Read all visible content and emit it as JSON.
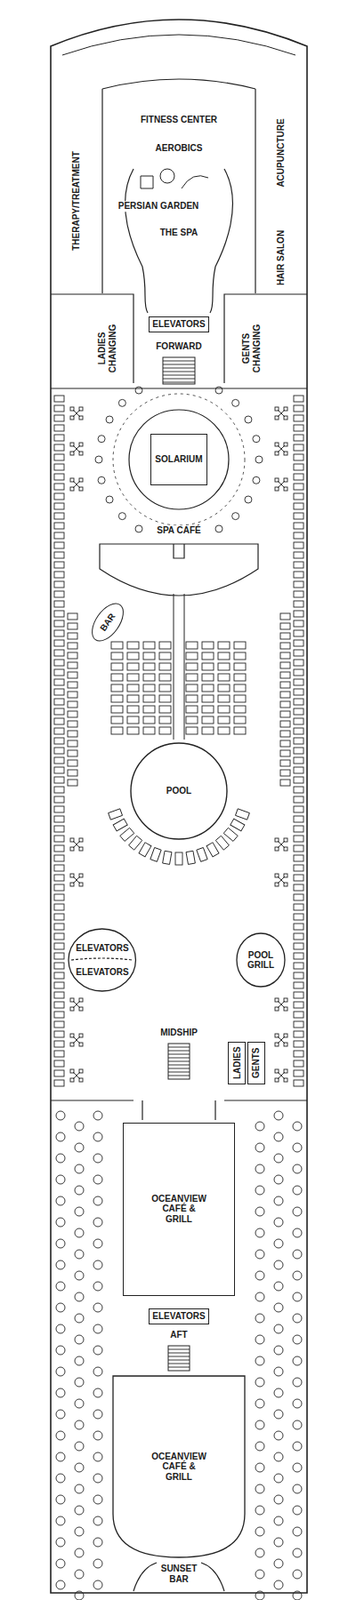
{
  "diagram": {
    "nodes": [
      {
        "text": [
          "ELEVATORS"
        ]
      },
      {
        "text": [
          "SOLARIUM"
        ]
      },
      {
        "text": [
          "POOL"
        ]
      },
      {
        "text": [
          "ELEVATORS",
          "ELEVATORS"
        ]
      },
      {
        "text": [
          "POOL GRILL"
        ]
      },
      {
        "text": [
          "LADIES"
        ]
      },
      {
        "text": [
          "GENTS"
        ]
      },
      {
        "text": [
          "OCEANVIEW CAFÉ & GRILL"
        ]
      },
      {
        "text": [
          "ELEVATORS"
        ]
      },
      {
        "text": [
          "OCEANVIEW CAFÉ & GRILL"
        ]
      }
    ],
    "labels": [
      "FITNESS CENTER",
      "AEROBICS",
      "THERAPY/TREATMENT",
      "ACUPUNCTURE",
      "PERSIAN GARDEN",
      "THE SPA",
      "HAIR SALON",
      "FORWARD",
      "LADIES CHANGING",
      "GENTS CHANGING",
      "SPA CAFÉ",
      "BAR",
      "MIDSHIP",
      "AFT",
      "SUNSET BAR"
    ]
  }
}
